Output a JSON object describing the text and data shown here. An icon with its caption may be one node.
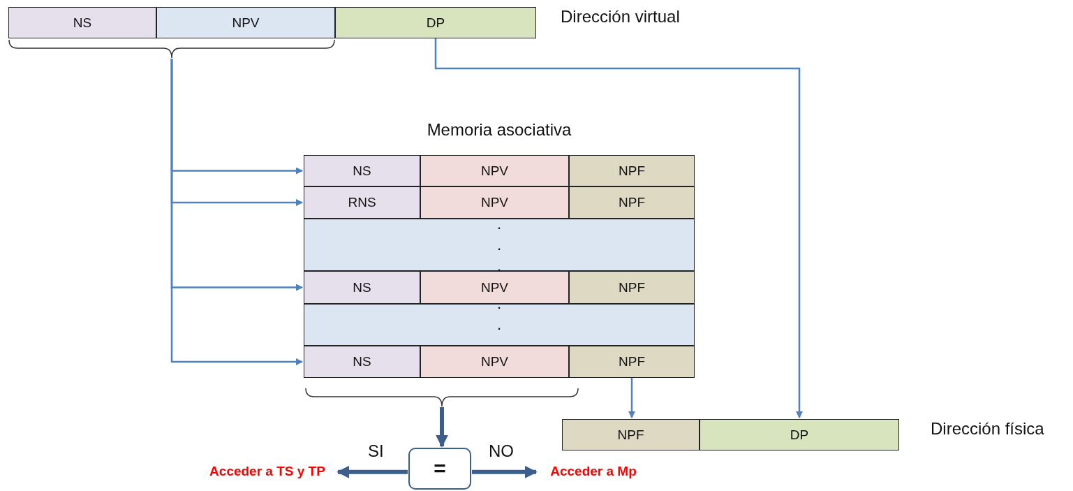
{
  "diagram": {
    "nodes": [
      {
        "text": [
          "NS"
        ]
      },
      {
        "text": [
          "NPV"
        ]
      },
      {
        "text": [
          "DP"
        ]
      },
      {
        "text": [],
        "shape": "bracket"
      },
      {
        "text": [
          "Memoria asociativa"
        ]
      },
      {
        "text": [
          "NS"
        ],
        "in": 4
      },
      {
        "text": [
          "NPV"
        ],
        "in": 4
      },
      {
        "text": [
          "NPF"
        ],
        "in": 4
      },
      {
        "text": [
          "RNS"
        ],
        "in": 4
      },
      {
        "text": [
          "NPV"
        ],
        "in": 4
      },
      {
        "text": [
          "NPF"
        ],
        "in": 4
      },
      {
        "text": [
          ". . ."
        ],
        "in": 4
      },
      {
        "text": [
          "NS"
        ],
        "in": 4
      },
      {
        "text": [
          "NPV"
        ],
        "in": 4
      },
      {
        "text": [
          "NPF"
        ],
        "in": 4
      },
      {
        "text": [
          ". . ."
        ],
        "in": 4
      },
      {
        "text": [
          "NS"
        ],
        "in": 4
      },
      {
        "text": [
          "NPV"
        ],
        "in": 4
      },
      {
        "text": [
          "NPF"
        ],
        "in": 4
      },
      {
        "text": [],
        "shape": "bracket"
      },
      {
        "text": [
          "NPF"
        ]
      },
      {
        "text": [
          "DP"
        ]
      },
      {
        "text": [
          "="
        ]
      },
      {
        "text": [
          "Acceder a TS y TP"
        ]
      },
      {
        "text": [
          "Acceder a Mp"
        ]
      }
    ],
    "edges": [
      {
        "from": 3,
        "to": 5,
        "arrow": "to"
      },
      {
        "from": 3,
        "to": 8,
        "arrow": "to"
      },
      {
        "from": 3,
        "to": 12,
        "arrow": "to"
      },
      {
        "from": 3,
        "to": 16,
        "arrow": "to"
      },
      {
        "from": 2,
        "to": 21,
        "arrow": "to"
      },
      {
        "from": 18,
        "to": 20,
        "arrow": "to"
      },
      {
        "from": 19,
        "to": 22,
        "arrow": "to",
        "style": "thick",
        "color": "#3b5e8c"
      },
      {
        "from": 22,
        "to": 23,
        "label": "SI",
        "arrow": "to",
        "style": "thick",
        "color": "#3b5e8c"
      },
      {
        "from": 22,
        "to": 24,
        "label": "NO",
        "arrow": "to",
        "style": "thick",
        "color": "#3b5e8c"
      }
    ],
    "labels": [
      "Dirección virtual",
      "Dirección física"
    ]
  }
}
